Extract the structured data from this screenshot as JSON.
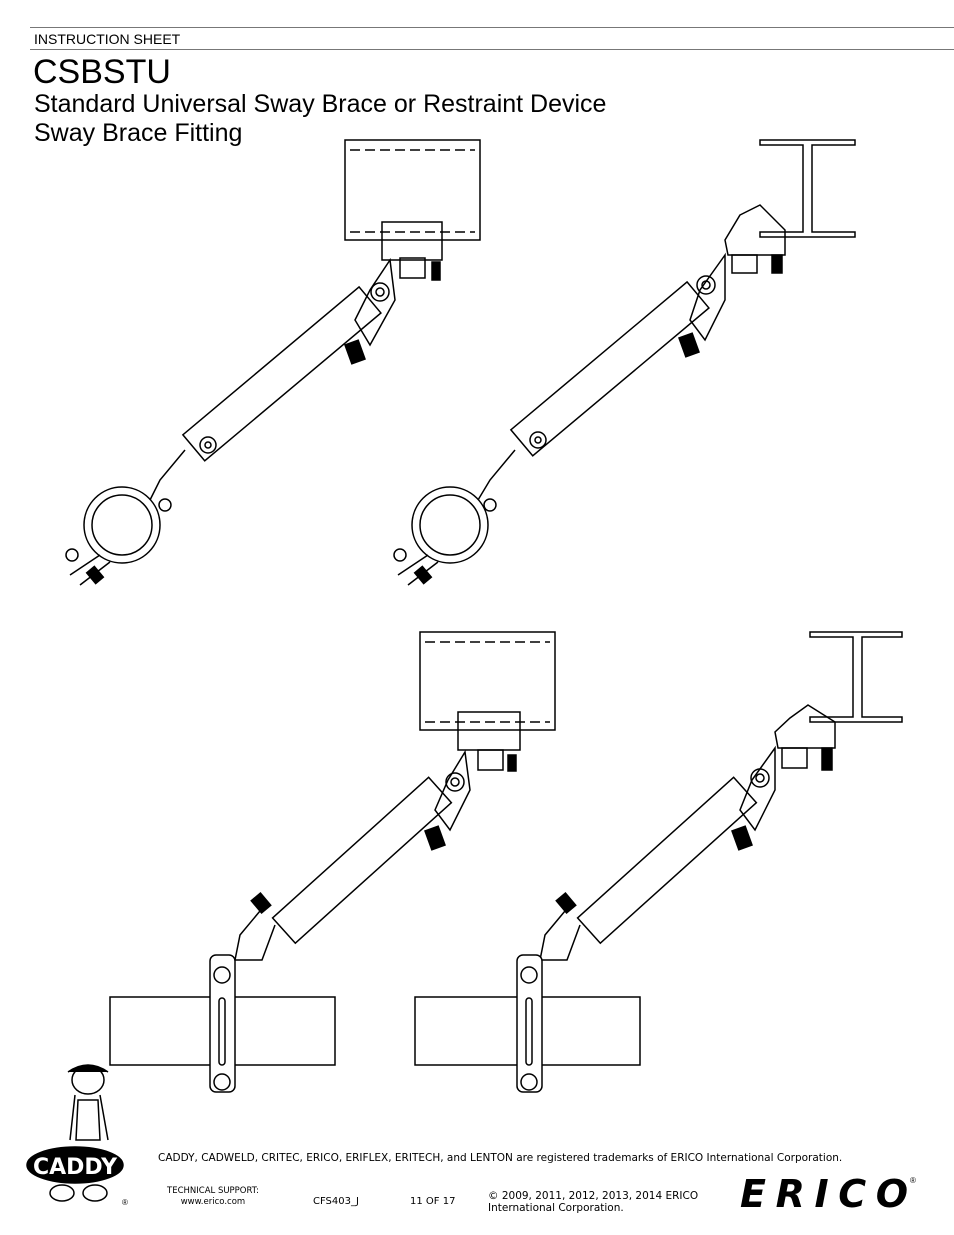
{
  "header": {
    "sheet_label": "INSTRUCTION SHEET",
    "title": "CSBSTU",
    "subtitle_line1": "Standard Universal Sway Brace or Restraint Device",
    "subtitle_line2": "Sway Brace Fitting"
  },
  "footer": {
    "trademarks": "CADDY, CADWELD, CRITEC, ERICO, ERIFLEX, ERITECH, and LENTON are registered trademarks of ERICO International Corporation.",
    "tech_support_label": "TECHNICAL SUPPORT:",
    "tech_support_url": "www.erico.com",
    "doc_code": "CFS403_J",
    "page": "11 OF 17",
    "copyright_line1": "© 2009, 2011, 2012, 2013, 2014 ERICO",
    "copyright_line2": "International Corporation."
  },
  "logos": {
    "caddy": "CADDY",
    "erico": "ERICO"
  }
}
